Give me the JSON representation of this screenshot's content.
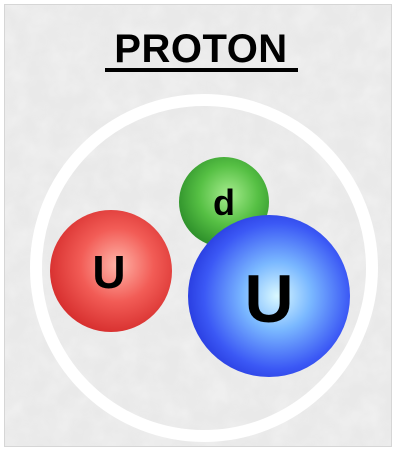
{
  "title": "PROTON",
  "quarks": [
    {
      "label": "d",
      "color": "#3ea83a",
      "highlight": "#a6ec8e"
    },
    {
      "label": "U",
      "color": "#ee3b3b",
      "highlight": "#ffb4a8"
    },
    {
      "label": "U",
      "color": "#2e46f0",
      "highlight": "#d9f8ff"
    }
  ],
  "colors": {
    "background": "#e9e9e9",
    "boundary_ring": "#ffffff",
    "title_underline": "#000000"
  }
}
